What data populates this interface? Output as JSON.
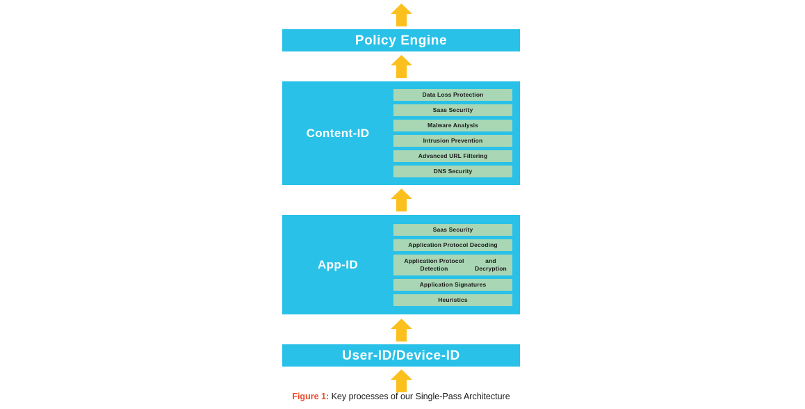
{
  "figure": {
    "caption_label": "Figure 1:",
    "caption_text": " Key processes of our Single-Pass Architecture",
    "colors": {
      "stage_background": "#29c1e8",
      "item_background": "#a9d6b4",
      "arrow": "#fcc01e",
      "stage_title_text": "#ffffff",
      "item_text": "#1a1a1a",
      "caption_label_text": "#ee4b2b",
      "caption_body_text": "#1a1a1a",
      "page_background": "#ffffff"
    }
  },
  "flow": {
    "direction": "bottom-to-top",
    "arrows": {
      "top": "arrow-up-icon",
      "policy_to_content": "arrow-up-icon",
      "content_to_app": "arrow-up-icon",
      "app_to_userid": "arrow-up-icon",
      "bottom": "arrow-up-icon"
    },
    "stages": [
      {
        "id": "policy-engine",
        "type": "bar",
        "title": "Policy Engine",
        "items": []
      },
      {
        "id": "content-id",
        "type": "stage",
        "title": "Content-ID",
        "items": [
          "Data Loss Protection",
          "Saas Security",
          "Malware Analysis",
          "Intrusion Prevention",
          "Advanced URL Filtering",
          "DNS Security"
        ]
      },
      {
        "id": "app-id",
        "type": "stage",
        "title": "App-ID",
        "items": [
          "Saas Security",
          "Application Protocol Decoding",
          "Application Protocol Detection and Decryption",
          "Application Signatures",
          "Heuristics"
        ]
      },
      {
        "id": "user-id-device-id",
        "type": "bar",
        "title": "User-ID/Device-ID",
        "items": []
      }
    ]
  },
  "labels": {
    "policy_engine": "Policy Engine",
    "content_id": "Content-ID",
    "app_id": "App-ID",
    "user_device_id": "User-ID/Device-ID",
    "content_items": {
      "i0": "Data Loss Protection",
      "i1": "Saas Security",
      "i2": "Malware Analysis",
      "i3": "Intrusion Prevention",
      "i4": "Advanced URL Filtering",
      "i5": "DNS Security"
    },
    "app_items": {
      "i0": "Saas Security",
      "i1": "Application Protocol Decoding",
      "i2_line1": "Application Protocol Detection",
      "i2_line2": "and Decryption",
      "i3": "Application Signatures",
      "i4": "Heuristics"
    }
  }
}
